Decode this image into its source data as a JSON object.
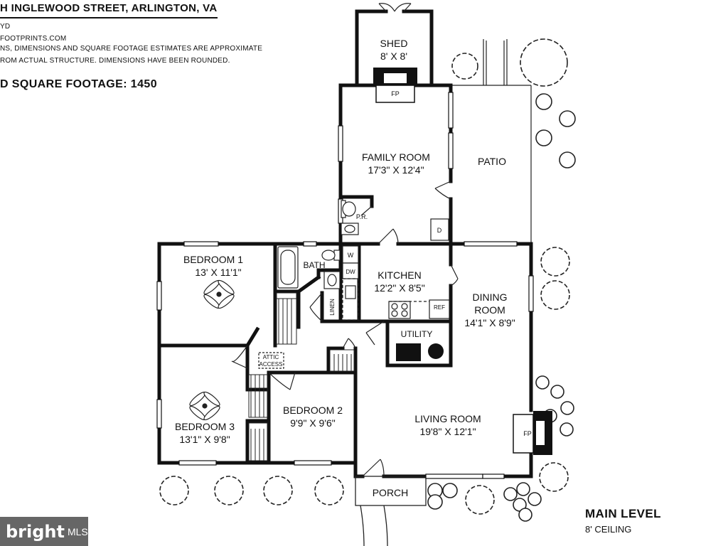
{
  "header": {
    "address": "H INGLEWOOD STREET, ARLINGTON, VA",
    "line2": "YD",
    "line3": "FOOTPRINTS.COM",
    "disclaimer1": "NS, DIMENSIONS AND SQUARE FOOTAGE ESTIMATES ARE APPROXIMATE",
    "disclaimer2": "ROM ACTUAL STRUCTURE. DIMENSIONS HAVE BEEN ROUNDED.",
    "square_footage": "D SQUARE FOOTAGE: 1450"
  },
  "level": {
    "name": "MAIN LEVEL",
    "ceiling": "8' CEILING"
  },
  "watermark": {
    "brand": "bright",
    "suffix": "MLS"
  },
  "rooms": {
    "shed": {
      "name": "SHED",
      "dims": "8' X 8'"
    },
    "family_room": {
      "name": "FAMILY ROOM",
      "dims": "17'3\" X 12'4\""
    },
    "patio": {
      "name": "PATIO"
    },
    "bedroom1": {
      "name": "BEDROOM 1",
      "dims": "13' X 11'1\""
    },
    "bath": {
      "name": "BATH"
    },
    "kitchen": {
      "name": "KITCHEN",
      "dims": "12'2\" X 8'5\""
    },
    "dining_room": {
      "name1": "DINING",
      "name2": "ROOM",
      "dims": "14'1\" X 8'9\""
    },
    "utility": {
      "name": "UTILITY"
    },
    "bedroom3": {
      "name": "BEDROOM 3",
      "dims": "13'1\" X 9'8\""
    },
    "bedroom2": {
      "name": "BEDROOM 2",
      "dims": "9'9\" X 9'6\""
    },
    "living_room": {
      "name": "LIVING ROOM",
      "dims": "19'8\" X 12'1\""
    },
    "porch": {
      "name": "PORCH"
    }
  },
  "labels": {
    "fireplace": "FP",
    "powder_room": "P.R.",
    "dryer": "D",
    "washer": "W",
    "dishwasher": "DW",
    "linen": "LINEN",
    "refrigerator": "REF",
    "attic1": "ATTIC",
    "attic2": "ACCESS"
  }
}
